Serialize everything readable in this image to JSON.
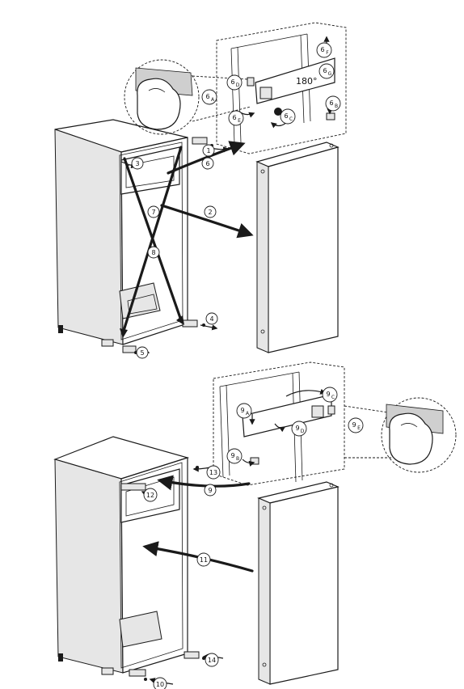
{
  "panels": [
    {
      "id": "removal",
      "callouts": [
        {
          "key": "1",
          "text": "1"
        },
        {
          "key": "2",
          "text": "2"
        },
        {
          "key": "3",
          "text": "3"
        },
        {
          "key": "4",
          "text": "4"
        },
        {
          "key": "5",
          "text": "5"
        },
        {
          "key": "6",
          "text": "6"
        },
        {
          "key": "7",
          "text": "7"
        },
        {
          "key": "8",
          "text": "8"
        }
      ],
      "subcallouts": [
        {
          "key": "6A",
          "num": "6",
          "sub": "A"
        },
        {
          "key": "6B",
          "num": "6",
          "sub": "B"
        },
        {
          "key": "6C",
          "num": "6",
          "sub": "C"
        },
        {
          "key": "6D",
          "num": "6",
          "sub": "D"
        },
        {
          "key": "6E",
          "num": "6",
          "sub": "E"
        },
        {
          "key": "6F",
          "num": "6",
          "sub": "F"
        },
        {
          "key": "6G",
          "num": "6",
          "sub": "G"
        }
      ],
      "rotation_label": "180°"
    },
    {
      "id": "reassembly",
      "callouts": [
        {
          "key": "9",
          "text": "9"
        },
        {
          "key": "10",
          "text": "10"
        },
        {
          "key": "11",
          "text": "11"
        },
        {
          "key": "12",
          "text": "12"
        },
        {
          "key": "13",
          "text": "13"
        },
        {
          "key": "14",
          "text": "14"
        }
      ],
      "subcallouts": [
        {
          "key": "9A",
          "num": "9",
          "sub": "A"
        },
        {
          "key": "9B",
          "num": "9",
          "sub": "B"
        },
        {
          "key": "9C",
          "num": "9",
          "sub": "C"
        },
        {
          "key": "9D",
          "num": "9",
          "sub": "D"
        },
        {
          "key": "9E",
          "num": "9",
          "sub": "E"
        }
      ]
    }
  ]
}
